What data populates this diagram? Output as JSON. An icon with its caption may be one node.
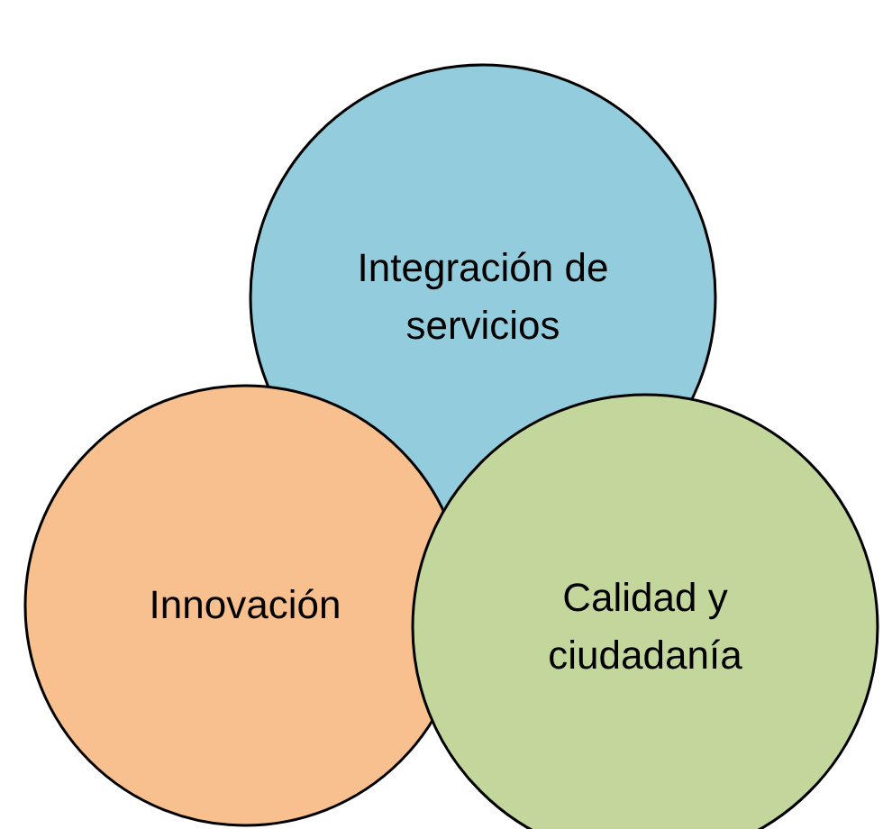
{
  "diagram": {
    "nodes": [
      {
        "text": [
          "Integración de servicios"
        ]
      },
      {
        "text": [
          "Innovación"
        ]
      },
      {
        "text": [
          "Calidad y ciudadanía"
        ]
      }
    ]
  }
}
